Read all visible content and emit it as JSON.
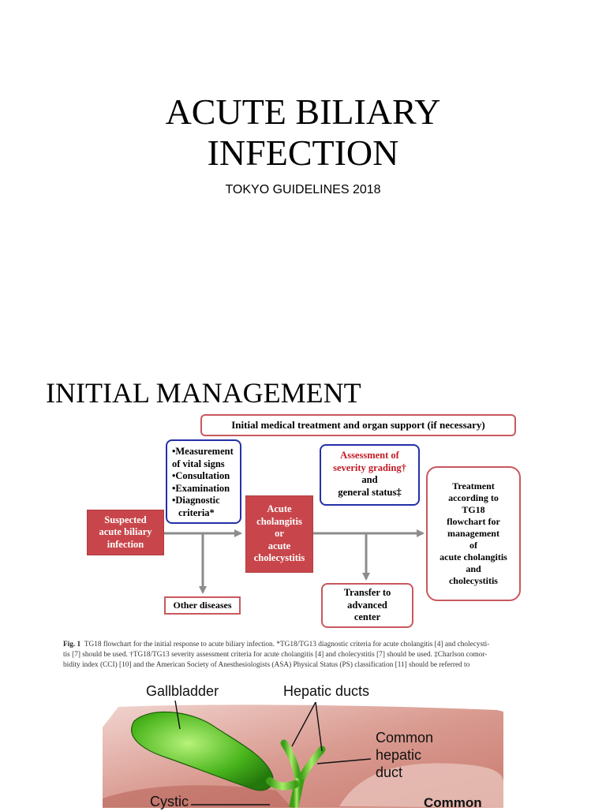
{
  "title": {
    "line1": "ACUTE BILIARY",
    "line2": "INFECTION",
    "subtitle": "TOKYO GUIDELINES 2018"
  },
  "section": {
    "heading": "INITIAL MANAGEMENT"
  },
  "flowchart": {
    "banner": "Initial medical treatment and organ support (if necessary)",
    "vitals_lines": [
      "•Measurement",
      "of vital signs",
      "•Consultation",
      "•Examination",
      "•Diagnostic",
      "criteria*"
    ],
    "assessment_red_lines": [
      "Assessment of",
      "severity grading†"
    ],
    "assessment_black_lines": [
      "and",
      "general status‡"
    ],
    "suspected_lines": [
      "Suspected",
      "acute biliary",
      "infection"
    ],
    "acute_lines": [
      "Acute",
      "cholangitis",
      "or",
      "acute",
      "cholecystitis"
    ],
    "treatment_lines": [
      "Treatment",
      "according to",
      "TG18",
      "flowchart for",
      "management",
      "of",
      "acute cholangitis",
      "and",
      "cholecystitis"
    ],
    "transfer_lines": [
      "Transfer to",
      "advanced",
      "center"
    ],
    "other_diseases": "Other diseases",
    "colors": {
      "filled_box": "#c8464b",
      "red_outline": "#c9585e",
      "blue_outline": "#2430a8",
      "arrow": "#8c8c8c"
    }
  },
  "caption": {
    "label": "Fig. 1",
    "line1": "TG18 flowchart for the initial response to acute biliary infection. *TG18/TG13 diagnostic criteria for acute cholangitis [4] and cholecysti-",
    "line2": "tis [7] should be used. †TG18/TG13 severity assessment criteria for acute cholangitis [4] and cholecystitis [7] should be used. ‡Charlson comor-",
    "line3": "bidity index (CCI) [10] and the American Society of Anesthesiologists (ASA) Physical Status (PS) classification [11] should be referred to"
  },
  "anatomy": {
    "gallbladder": "Gallbladder",
    "hepatic_ducts": "Hepatic ducts",
    "common_hepatic_duct": [
      "Common",
      "hepatic",
      "duct"
    ],
    "cystic": "Cystic",
    "common": "Common"
  }
}
